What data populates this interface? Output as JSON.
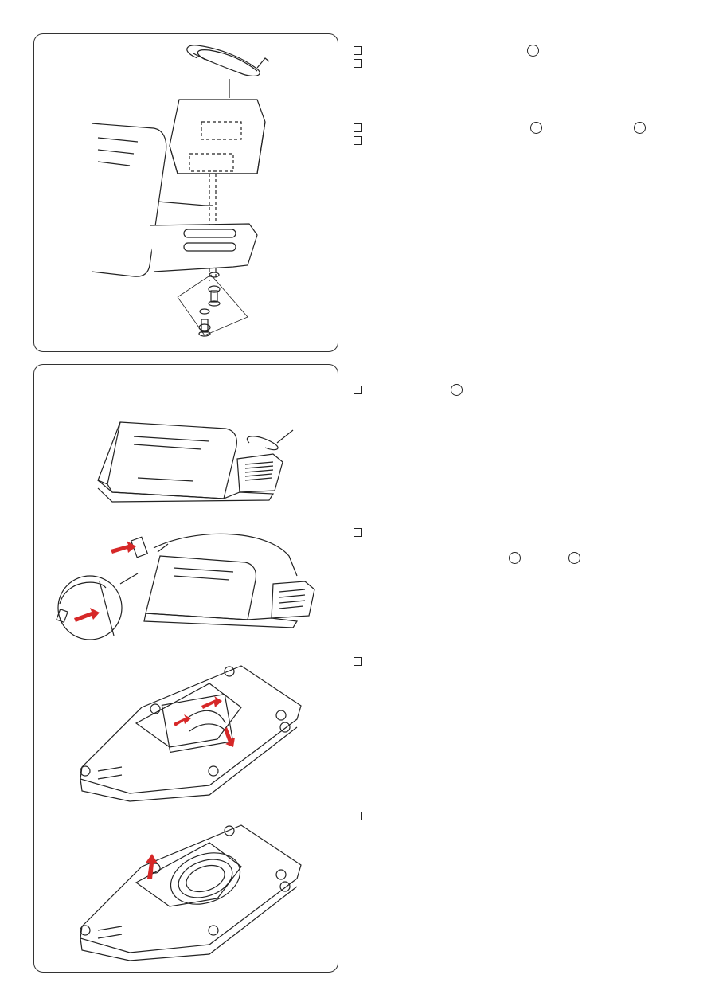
{
  "page": {
    "description_note": "",
    "steps_top": [
      {
        "id": "t1"
      },
      {
        "id": "t2"
      },
      {
        "id": "t3"
      },
      {
        "id": "t4"
      }
    ],
    "steps_bottom": [
      {
        "id": "b1"
      },
      {
        "id": "b2"
      },
      {
        "id": "b3"
      },
      {
        "id": "b4"
      }
    ]
  }
}
